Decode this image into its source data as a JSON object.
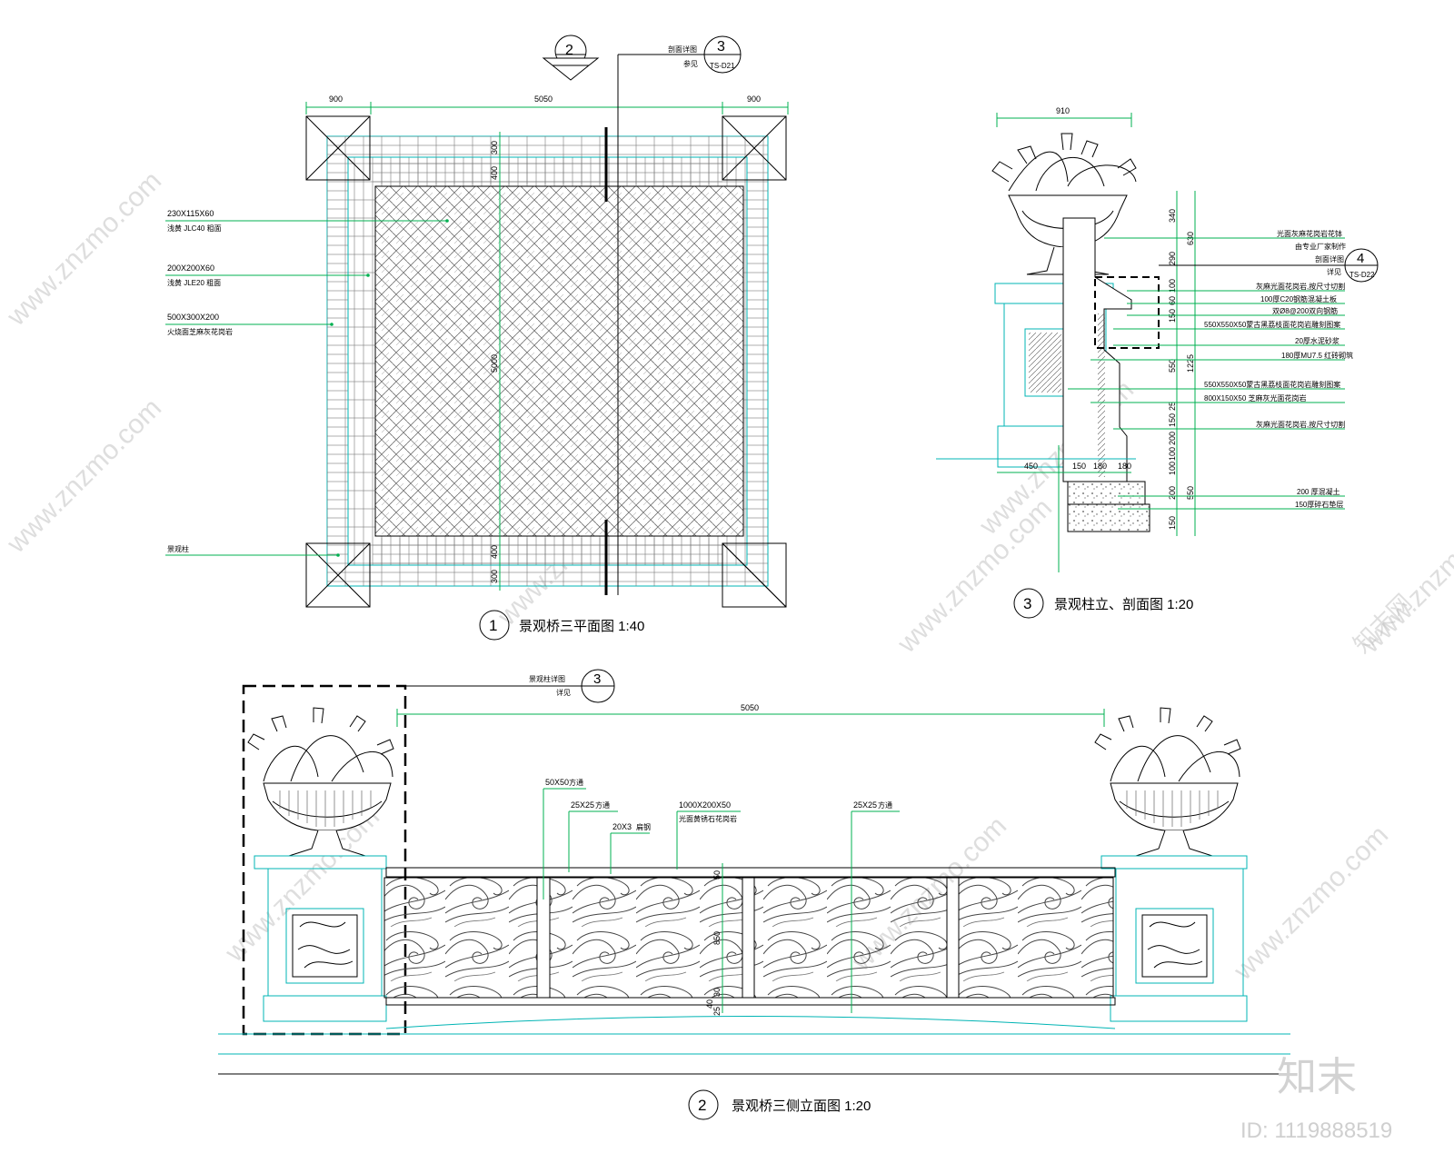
{
  "plan": {
    "title": "景观桥三平面图 1:40",
    "number": "1",
    "dims": {
      "left": "900",
      "mid": "5050",
      "right": "900",
      "length": "5000",
      "top_300": "300",
      "top_400": "400",
      "bot_400": "400",
      "bot_300": "300"
    },
    "labels": [
      {
        "spec": "230X115X60",
        "desc": "浅黄 JLC40 粗面"
      },
      {
        "spec": "200X200X60",
        "desc": "浅黄 JLE20 粗面"
      },
      {
        "spec": "500X300X200",
        "desc": "火烧面芝麻灰花岗岩"
      },
      {
        "spec": "",
        "desc": "景观柱"
      }
    ],
    "section_ref": {
      "number": "2",
      "detail_label": "剖面详图",
      "see": "参见",
      "ref_number": "3",
      "ref_sheet": "TS-D21"
    }
  },
  "column": {
    "title": "景观柱立、剖面图 1:20",
    "number": "3",
    "dims": {
      "width": "910",
      "h340": "340",
      "h630": "630",
      "h290": "290",
      "h100": "100",
      "h60": "60",
      "h150a": "150",
      "h550": "550",
      "h1225": "1225",
      "h25": "25",
      "h150b": "150",
      "h200a": "200",
      "h100b": "100",
      "h100c": "100",
      "h200b": "200",
      "h150c": "150",
      "h550b": "550",
      "w450": "450",
      "w150": "150",
      "w180a": "180",
      "w180b": "180"
    },
    "notes": [
      "光面灰麻花岗岩花钵",
      "由专业厂家制作",
      "剖面详图",
      "详见",
      "灰麻光面花岗岩,按尺寸切割",
      "100厚C20钢筋混凝土板",
      "双Ø8@200双向钢筋",
      "550X550X50蒙古黑荔枝面花岗岩雕刻图案",
      "20厚水泥砂浆",
      "180厚MU7.5 红砖砌筑",
      "550X550X50蒙古黑荔枝面花岗岩雕刻图案",
      "800X150X50 芝麻灰光面花岗岩",
      "灰麻光面花岗岩,按尺寸切割",
      "200 厚混凝土",
      "150厚碎石垫层"
    ],
    "detail_ref": {
      "number": "4",
      "sheet": "TS-D22"
    }
  },
  "elevation": {
    "title": "景观桥三侧立面图 1:20",
    "number": "2",
    "span": "5050",
    "callout": {
      "label": "景观柱详图",
      "see": "详见",
      "number": "3"
    },
    "labels": [
      {
        "spec": "50X50",
        "desc": "方通"
      },
      {
        "spec": "25X25",
        "desc": "方通"
      },
      {
        "spec": "20X3",
        "desc": "扁钢"
      },
      {
        "spec": "1000X200X50",
        "desc": "光面黄锈石花岗岩"
      },
      {
        "spec": "25X25",
        "desc": "方通"
      }
    ],
    "vdims": {
      "d50": "50",
      "d850": "850",
      "d30": "30",
      "d40": "40",
      "d25": "25"
    }
  },
  "watermark": {
    "site": "www.znzmo.com",
    "brand_cn": "知末网",
    "brand": "知末",
    "id": "ID: 1119888519"
  }
}
